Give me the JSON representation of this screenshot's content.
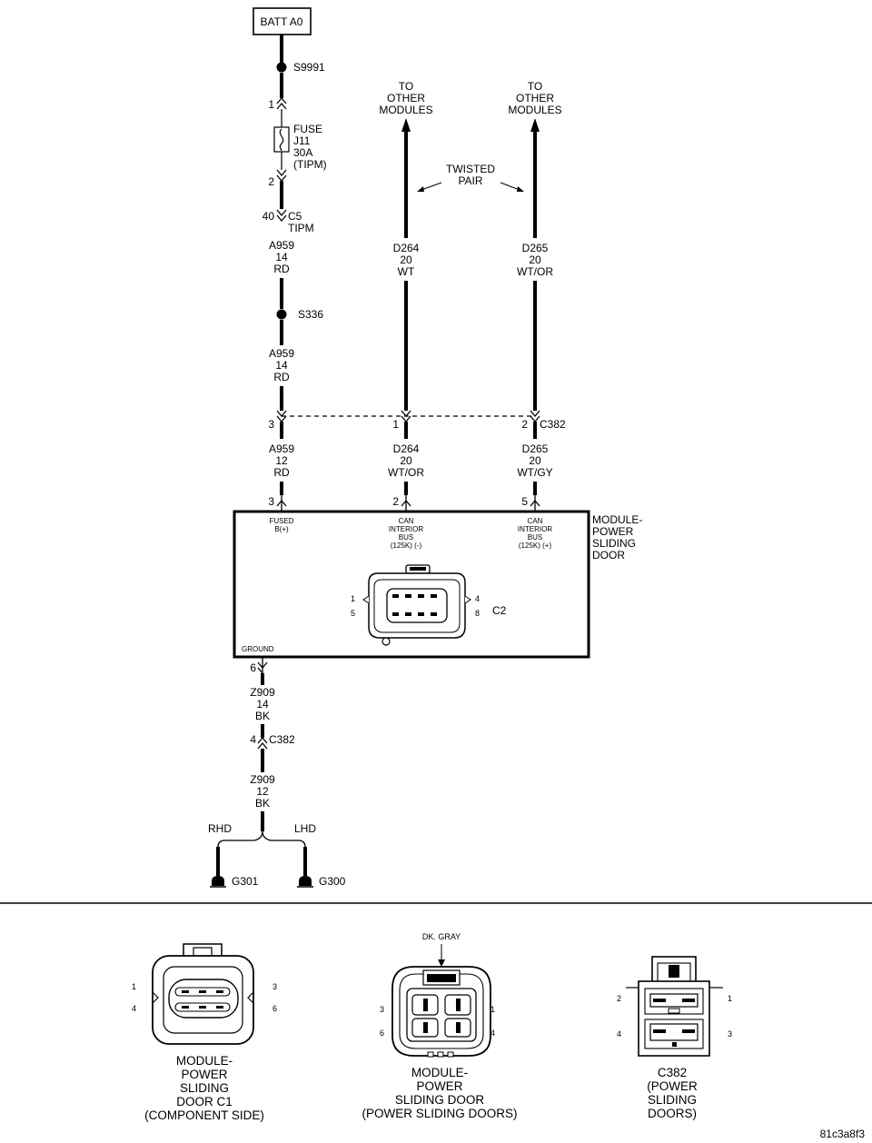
{
  "power": {
    "batt": "BATT A0",
    "splice_top": "S9991",
    "splice_mid": "S336"
  },
  "fuse": {
    "pin_in": "1",
    "pin_out": "2",
    "lines": [
      "FUSE",
      "J11",
      "30A",
      "(TIPM)"
    ]
  },
  "tipm": {
    "pin": "40",
    "lines": [
      "C5",
      "TIPM"
    ]
  },
  "to_other_modules": [
    "TO",
    "OTHER",
    "MODULES"
  ],
  "twisted_pair": [
    "TWISTED",
    "PAIR"
  ],
  "wires": {
    "a959_upper": [
      "A959",
      "14",
      "RD"
    ],
    "a959_mid": [
      "A959",
      "14",
      "RD"
    ],
    "a959_lower": [
      "A959",
      "12",
      "RD"
    ],
    "d264_upper": [
      "D264",
      "20",
      "WT"
    ],
    "d264_lower": [
      "D264",
      "20",
      "WT/OR"
    ],
    "d265_upper": [
      "D265",
      "20",
      "WT/OR"
    ],
    "d265_lower": [
      "D265",
      "20",
      "WT/GY"
    ],
    "z909_upper": [
      "Z909",
      "14",
      "BK"
    ],
    "z909_lower": [
      "Z909",
      "12",
      "BK"
    ]
  },
  "c382_inline": {
    "pin_a959": "3",
    "pin_d264": "1",
    "pin_d265": "2",
    "label": "C382"
  },
  "module_pins": {
    "fused": "3",
    "can_minus": "2",
    "can_plus": "5",
    "ground": "6"
  },
  "module": {
    "title": [
      "MODULE-",
      "POWER",
      "SLIDING",
      "DOOR"
    ],
    "fused_label": [
      "FUSED",
      "B(+)"
    ],
    "can_minus_label": [
      "CAN",
      "INTERIOR",
      "BUS",
      "(125K) (-)"
    ],
    "can_plus_label": [
      "CAN",
      "INTERIOR",
      "BUS",
      "(125K) (+)"
    ],
    "ground_label": "GROUND",
    "connector_label": "C2",
    "connector_pins": [
      "1",
      "5",
      "4",
      "8"
    ]
  },
  "c382_ground": {
    "pin": "4",
    "label": "C382"
  },
  "grounds": {
    "rhd": "RHD",
    "lhd": "LHD",
    "g301": "G301",
    "g300": "G300"
  },
  "connector_views": [
    {
      "pins": [
        "1",
        "4",
        "3",
        "6"
      ],
      "caption": [
        "MODULE-",
        "POWER",
        "SLIDING",
        "DOOR C1",
        "(COMPONENT SIDE)"
      ]
    },
    {
      "pins": [
        "3",
        "6",
        "1",
        "4"
      ],
      "color_note": "DK. GRAY",
      "caption": [
        "MODULE-",
        "POWER",
        "SLIDING DOOR",
        "(POWER SLIDING DOORS)"
      ]
    },
    {
      "pins": [
        "2",
        "4",
        "1",
        "3"
      ],
      "caption": [
        "C382",
        "(POWER",
        "SLIDING",
        "DOORS)"
      ]
    }
  ],
  "figure_id": "81c3a8f3"
}
